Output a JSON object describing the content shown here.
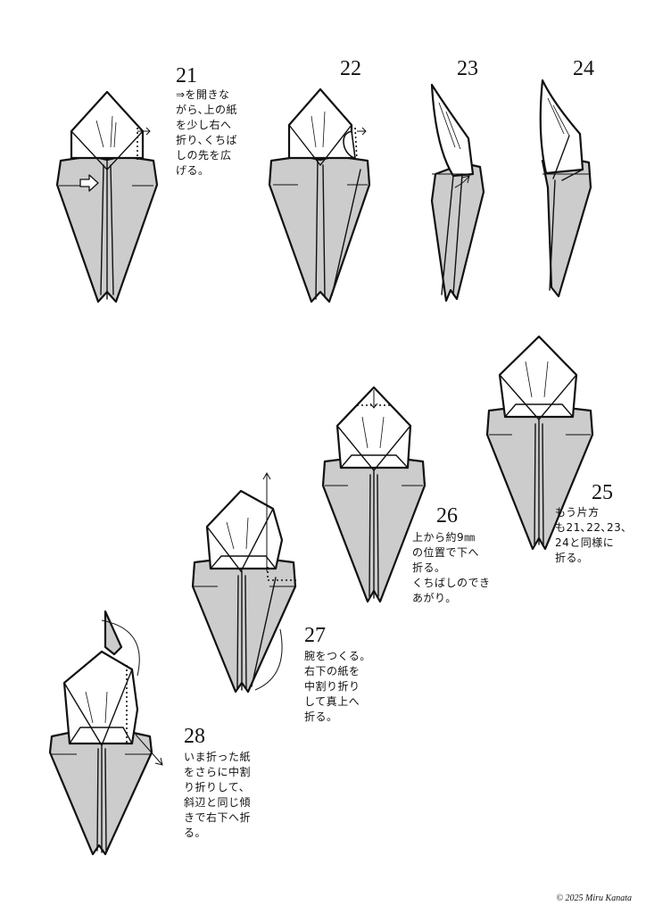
{
  "steps": [
    {
      "number": "21",
      "text": "⇒を開きな\nがら､上の紙\nを少し右へ\n折り､くちば\nしの先を広\nげる。"
    },
    {
      "number": "22",
      "text": ""
    },
    {
      "number": "23",
      "text": ""
    },
    {
      "number": "24",
      "text": ""
    },
    {
      "number": "25",
      "text": "もう片方\nも21､22､23､\n24と同様に\n折る。"
    },
    {
      "number": "26",
      "text": "上から約9㎜\nの位置で下へ\n折る。\nくちばしのでき\nあがり。"
    },
    {
      "number": "27",
      "text": "腕をつくる。\n右下の紙を\n中割り折り\nして真上へ\n折る。"
    },
    {
      "number": "28",
      "text": "いま折った紙\nをさらに中割\nり折りして､\n斜辺と同じ傾\nきで右下へ折\nる。"
    }
  ],
  "copyright": "© 2025 Miru Kanata",
  "colors": {
    "paper_back": "#cccccc",
    "paper_front": "#ffffff",
    "line": "#111111"
  }
}
